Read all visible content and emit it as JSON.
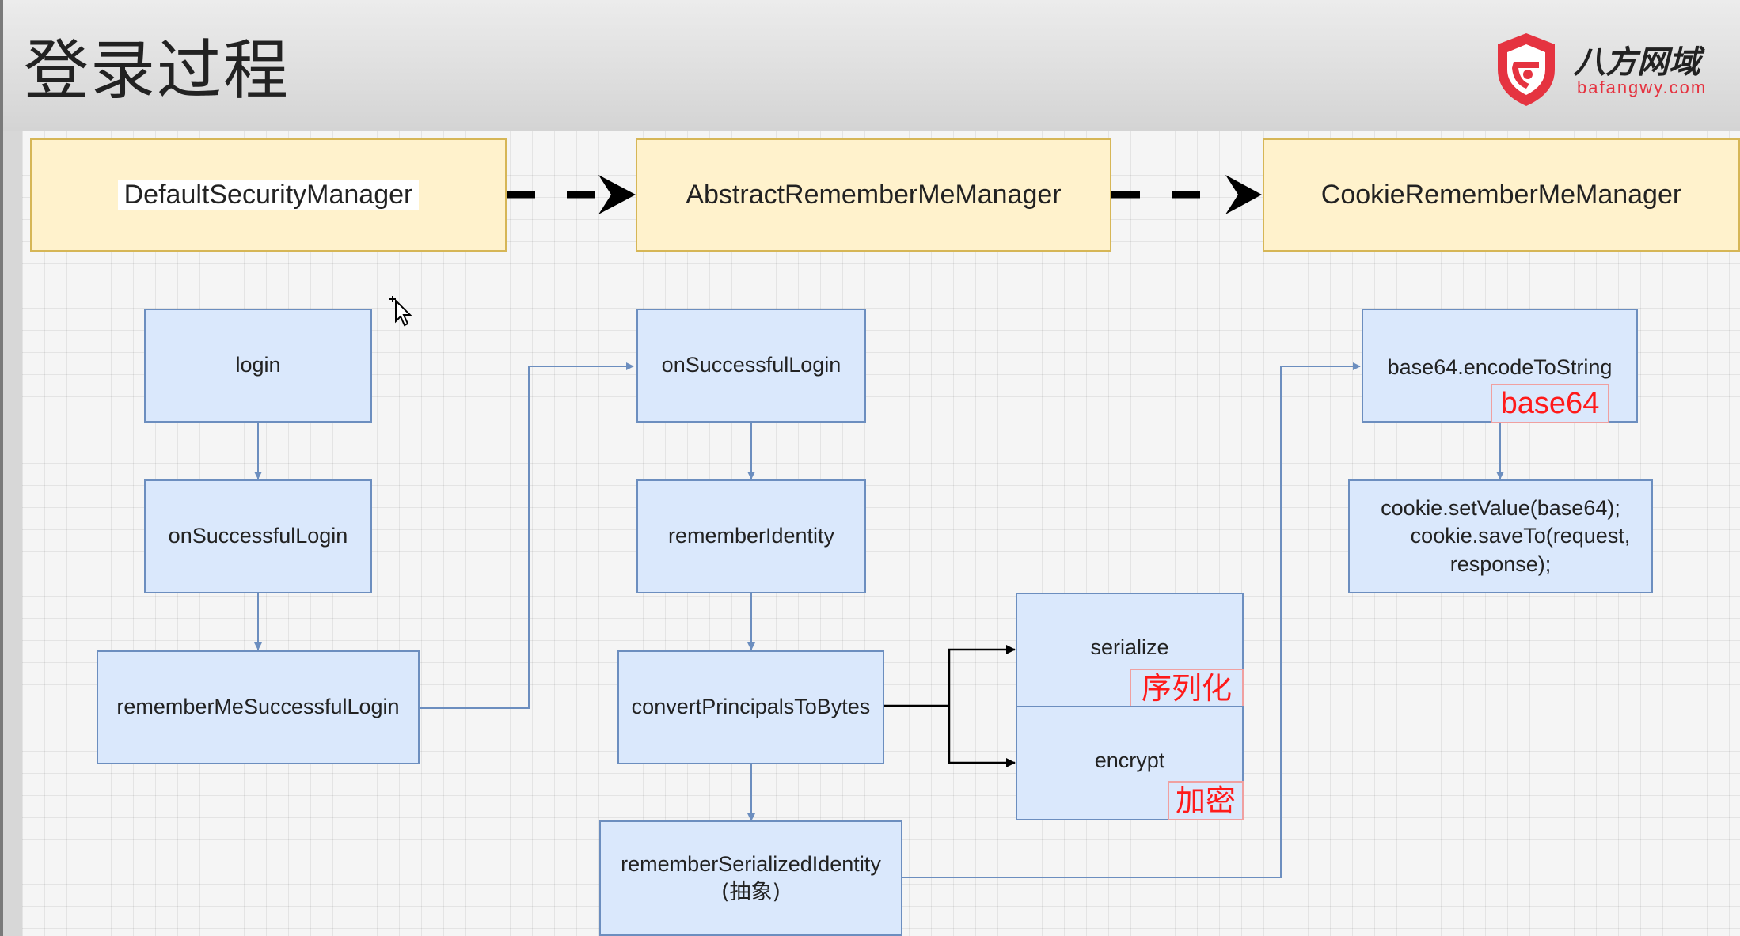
{
  "header": {
    "title": "登录过程",
    "logo": {
      "name": "八方网域",
      "url": "bafangwy.com",
      "colors": {
        "shield": "#e53340",
        "text": "#222222"
      }
    }
  },
  "colors": {
    "class_fill": "#fff2cc",
    "class_border": "#d6b656",
    "method_fill": "#dae8fc",
    "method_border": "#6c8ebf",
    "connector": "#6c8ebf",
    "dashed_arrow": "#000000",
    "annotation_text": "#ff1a1a"
  },
  "classes": [
    {
      "id": "default",
      "label": "DefaultSecurityManager"
    },
    {
      "id": "abstract",
      "label": "AbstractRememberMeManager"
    },
    {
      "id": "cookie",
      "label": "CookieRememberMeManager"
    }
  ],
  "methods": {
    "login": "login",
    "on_success_dsm": "onSuccessfulLogin",
    "remember_me_success": "rememberMeSuccessfulLogin",
    "on_success_arm": "onSuccessfulLogin",
    "remember_identity": "rememberIdentity",
    "convert_principals": "convertPrincipalsToBytes",
    "remember_serialized_line1": "rememberSerializedIdentity",
    "remember_serialized_line2": "(抽象)",
    "serialize": "serialize",
    "encrypt": "encrypt",
    "base64_encode": "base64.encodeToString",
    "cookie_line1": "cookie.setValue(base64);",
    "cookie_line2": "cookie.saveTo(request,",
    "cookie_line3": "response);"
  },
  "annotations": {
    "serialize": "序列化",
    "encrypt": "加密",
    "base64": "base64"
  }
}
